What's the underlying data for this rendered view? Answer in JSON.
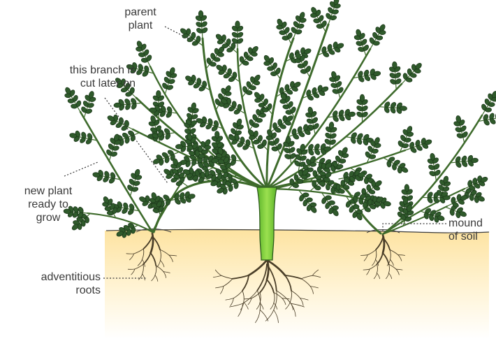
{
  "labels": {
    "parent_plant": [
      "parent",
      "plant"
    ],
    "branch_cut": [
      "this branch is",
      "cut later on"
    ],
    "new_plant": [
      "new plant",
      "ready to",
      "grow"
    ],
    "adventitious_roots": [
      "adventitious",
      "roots"
    ],
    "mound_of_soil": [
      "mound",
      "of soil"
    ]
  },
  "colors": {
    "leaf": "#2f5a2b",
    "leaf_edge": "#1e3a1c",
    "stem": "#3e6b2c",
    "trunk": "#7ad13a",
    "soil_top": "#fde7a6",
    "soil_bottom": "#ffffff",
    "root": "#4a3e28",
    "text": "#3a3a3a"
  }
}
